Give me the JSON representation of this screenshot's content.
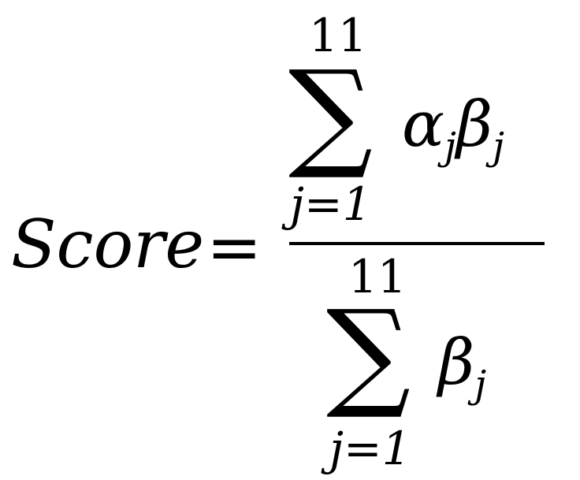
{
  "formula": {
    "lhs": "Score",
    "equals": "=",
    "numerator": {
      "sum_symbol": "∑",
      "upper_limit": "11",
      "lower_limit": "j=1",
      "term_alpha": "α",
      "term_alpha_sub": "j",
      "term_beta": "β",
      "term_beta_sub": "j"
    },
    "denominator": {
      "sum_symbol": "∑",
      "upper_limit": "11",
      "lower_limit": "j=1",
      "term_beta": "β",
      "term_beta_sub": "j"
    }
  }
}
